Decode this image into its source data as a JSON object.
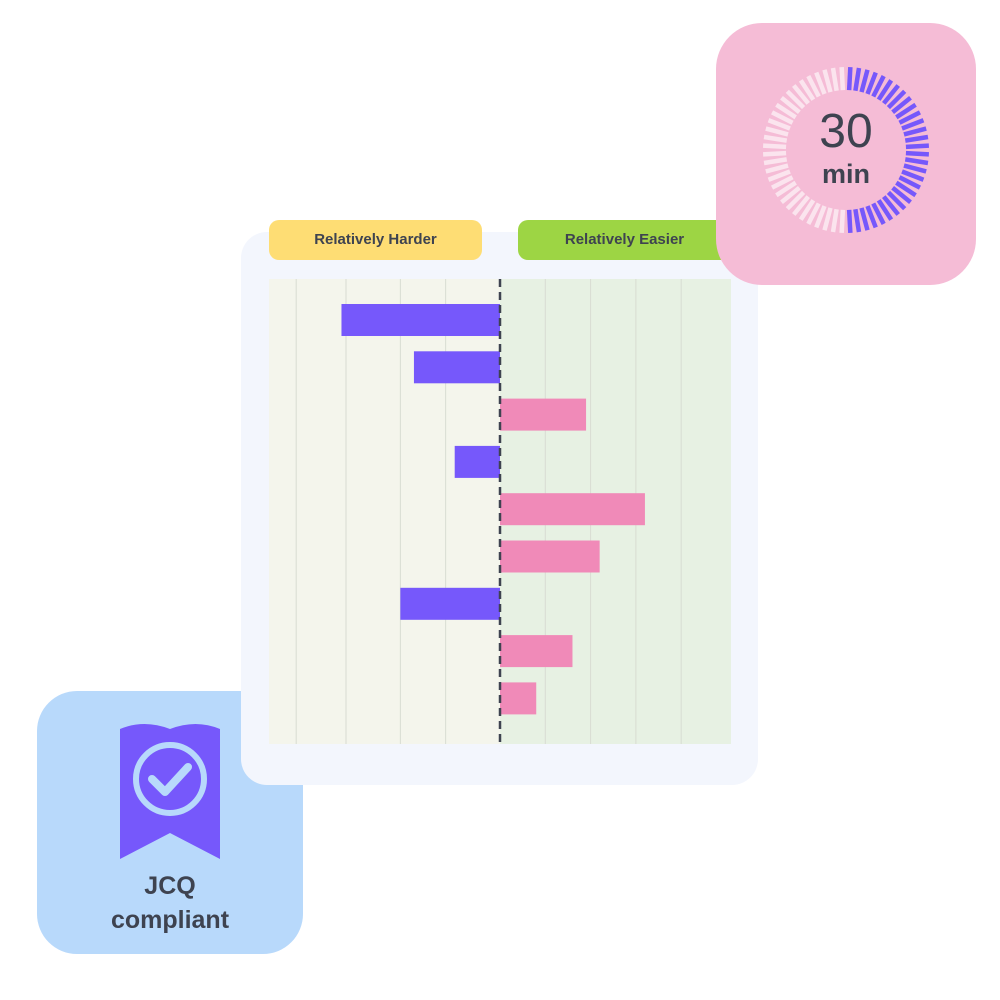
{
  "colors": {
    "harder_bar": "#7658fb",
    "easier_bar": "#f08ab8",
    "harder_bg": "#f4f5ec",
    "easier_bg": "#e7f1e3",
    "harder_pill": "#fedd74",
    "easier_pill": "#9dd544",
    "timer_card": "#f5bcd6",
    "timer_active": "#7658fb",
    "timer_inactive": "#fbe4ee",
    "jcq_card": "#b8d9fb",
    "jcq_shield": "#7658fb",
    "text": "#3e4350"
  },
  "timer": {
    "value": "30",
    "unit": "min",
    "progress": 0.5,
    "icon": "countdown-ring-icon"
  },
  "badge": {
    "icon": "shield-check-icon",
    "label": "JCQ\ncompliant"
  },
  "chart_data": {
    "type": "bar",
    "orientation": "horizontal-diverging",
    "categories": [
      "",
      "",
      "",
      "",
      "",
      "",
      "",
      "",
      ""
    ],
    "values": [
      -3.5,
      -1.9,
      1.9,
      -1.0,
      3.2,
      2.2,
      -2.2,
      1.6,
      0.8
    ],
    "xlim": [
      -5.1,
      5.1
    ],
    "grid": true,
    "header_left": "Relatively Harder",
    "header_right": "Relatively Easier",
    "title": "",
    "xlabel": "",
    "ylabel": ""
  }
}
